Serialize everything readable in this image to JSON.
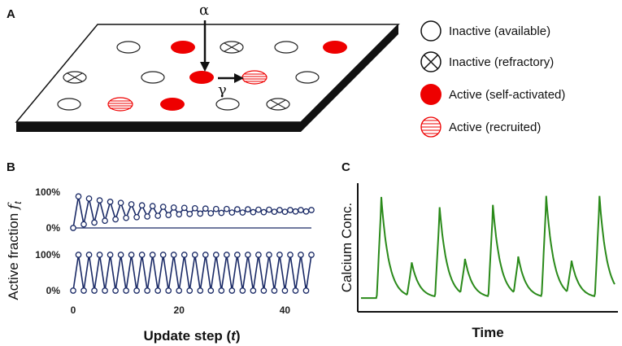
{
  "panels": {
    "a": "A",
    "b": "B",
    "c": "C"
  },
  "diagram": {
    "alpha": "α",
    "gamma": "γ",
    "legend": [
      {
        "label": "Inactive (available)",
        "icon": "empty-circle-icon"
      },
      {
        "label": "Inactive (refractory)",
        "icon": "crossed-circle-icon"
      },
      {
        "label": "Active (self-activated)",
        "icon": "filled-red-circle-icon"
      },
      {
        "label": "Active (recruited)",
        "icon": "striped-red-circle-icon"
      }
    ],
    "colors": {
      "active": "#ee0000",
      "outline": "#111111",
      "slab": "#111111"
    }
  },
  "chart_data": [
    {
      "type": "line",
      "panel": "B",
      "xlabel": "Update step (t)",
      "ylabel": "Active fraction f_t",
      "x_ticks": [
        0,
        20,
        40
      ],
      "xlim": [
        0,
        45
      ],
      "color": "#1a2a66",
      "series": [
        {
          "y_ticks": [
            "0%",
            "100%"
          ],
          "ylim": [
            0,
            1
          ],
          "x": [
            0,
            1,
            2,
            3,
            4,
            5,
            6,
            7,
            8,
            9,
            10,
            11,
            12,
            13,
            14,
            15,
            16,
            17,
            18,
            19,
            20,
            21,
            22,
            23,
            24,
            25,
            26,
            27,
            28,
            29,
            30,
            31,
            32,
            33,
            34,
            35,
            36,
            37,
            38,
            39,
            40,
            41,
            42,
            43,
            44,
            45
          ],
          "values": [
            0,
            0.88,
            0.1,
            0.82,
            0.15,
            0.77,
            0.2,
            0.73,
            0.24,
            0.7,
            0.28,
            0.66,
            0.3,
            0.63,
            0.32,
            0.61,
            0.34,
            0.59,
            0.36,
            0.57,
            0.38,
            0.56,
            0.39,
            0.55,
            0.4,
            0.54,
            0.41,
            0.53,
            0.42,
            0.53,
            0.43,
            0.52,
            0.43,
            0.52,
            0.44,
            0.51,
            0.44,
            0.51,
            0.45,
            0.5,
            0.45,
            0.5,
            0.46,
            0.5,
            0.46,
            0.5
          ]
        },
        {
          "y_ticks": [
            "0%",
            "100%"
          ],
          "ylim": [
            0,
            1
          ],
          "x": [
            0,
            1,
            2,
            3,
            4,
            5,
            6,
            7,
            8,
            9,
            10,
            11,
            12,
            13,
            14,
            15,
            16,
            17,
            18,
            19,
            20,
            21,
            22,
            23,
            24,
            25,
            26,
            27,
            28,
            29,
            30,
            31,
            32,
            33,
            34,
            35,
            36,
            37,
            38,
            39,
            40,
            41,
            42,
            43,
            44,
            45
          ],
          "values": [
            0,
            1,
            0,
            1,
            0,
            1,
            0,
            1,
            0,
            1,
            0,
            1,
            0,
            1,
            0,
            1,
            0,
            1,
            0,
            1,
            0,
            1,
            0,
            1,
            0,
            1,
            0,
            1,
            0,
            1,
            0,
            1,
            0,
            1,
            0,
            1,
            0,
            1,
            0,
            1,
            0,
            1,
            0,
            1,
            0,
            1
          ]
        }
      ]
    },
    {
      "type": "line",
      "panel": "C",
      "xlabel": "Time",
      "ylabel": "Calcium Conc.",
      "color": "#2a8a1a",
      "peak_times": [
        0.08,
        0.2,
        0.31,
        0.41,
        0.52,
        0.62,
        0.73,
        0.83,
        0.94
      ],
      "peak_heights": [
        0.9,
        0.3,
        0.8,
        0.32,
        0.82,
        0.34,
        0.9,
        0.3,
        0.9
      ]
    }
  ]
}
